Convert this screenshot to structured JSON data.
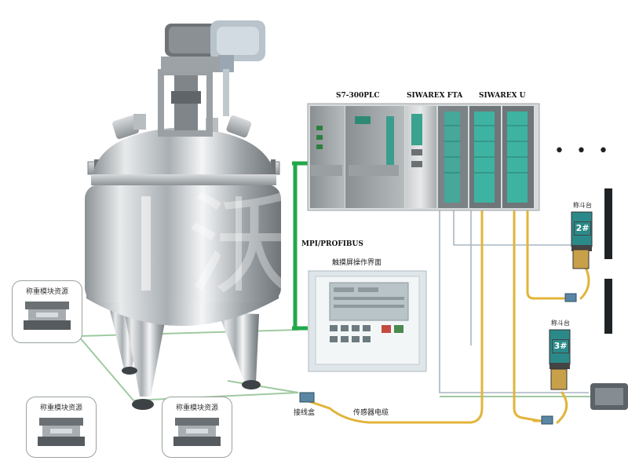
{
  "labels": {
    "plc": "S7-300PLC",
    "fta": "SIWAREX FTA",
    "u": "SIWAREX U",
    "bus": "MPI/PROFIBUS",
    "hmi": "触摸屏操作界面",
    "junction_box": "接线盒",
    "sensor_cable": "传感器电缆",
    "module_callout": "称重模块资源",
    "scale_2": "称斗台",
    "scale_3": "称斗台",
    "tag_2": "2#",
    "tag_3": "3#",
    "more": "• • •",
    "watermark": "沃"
  },
  "colors": {
    "bus": "#22a84a",
    "cable": "#e2b43a",
    "grid": "#9fcaa0",
    "line": "#a8b6c2"
  },
  "icons": {
    "tank": "stainless-reactor-tank",
    "plc": "plc-rack",
    "hmi": "touch-panel",
    "load_cell": "weighing-module",
    "junction": "junction-box",
    "motor": "drive-motor"
  }
}
